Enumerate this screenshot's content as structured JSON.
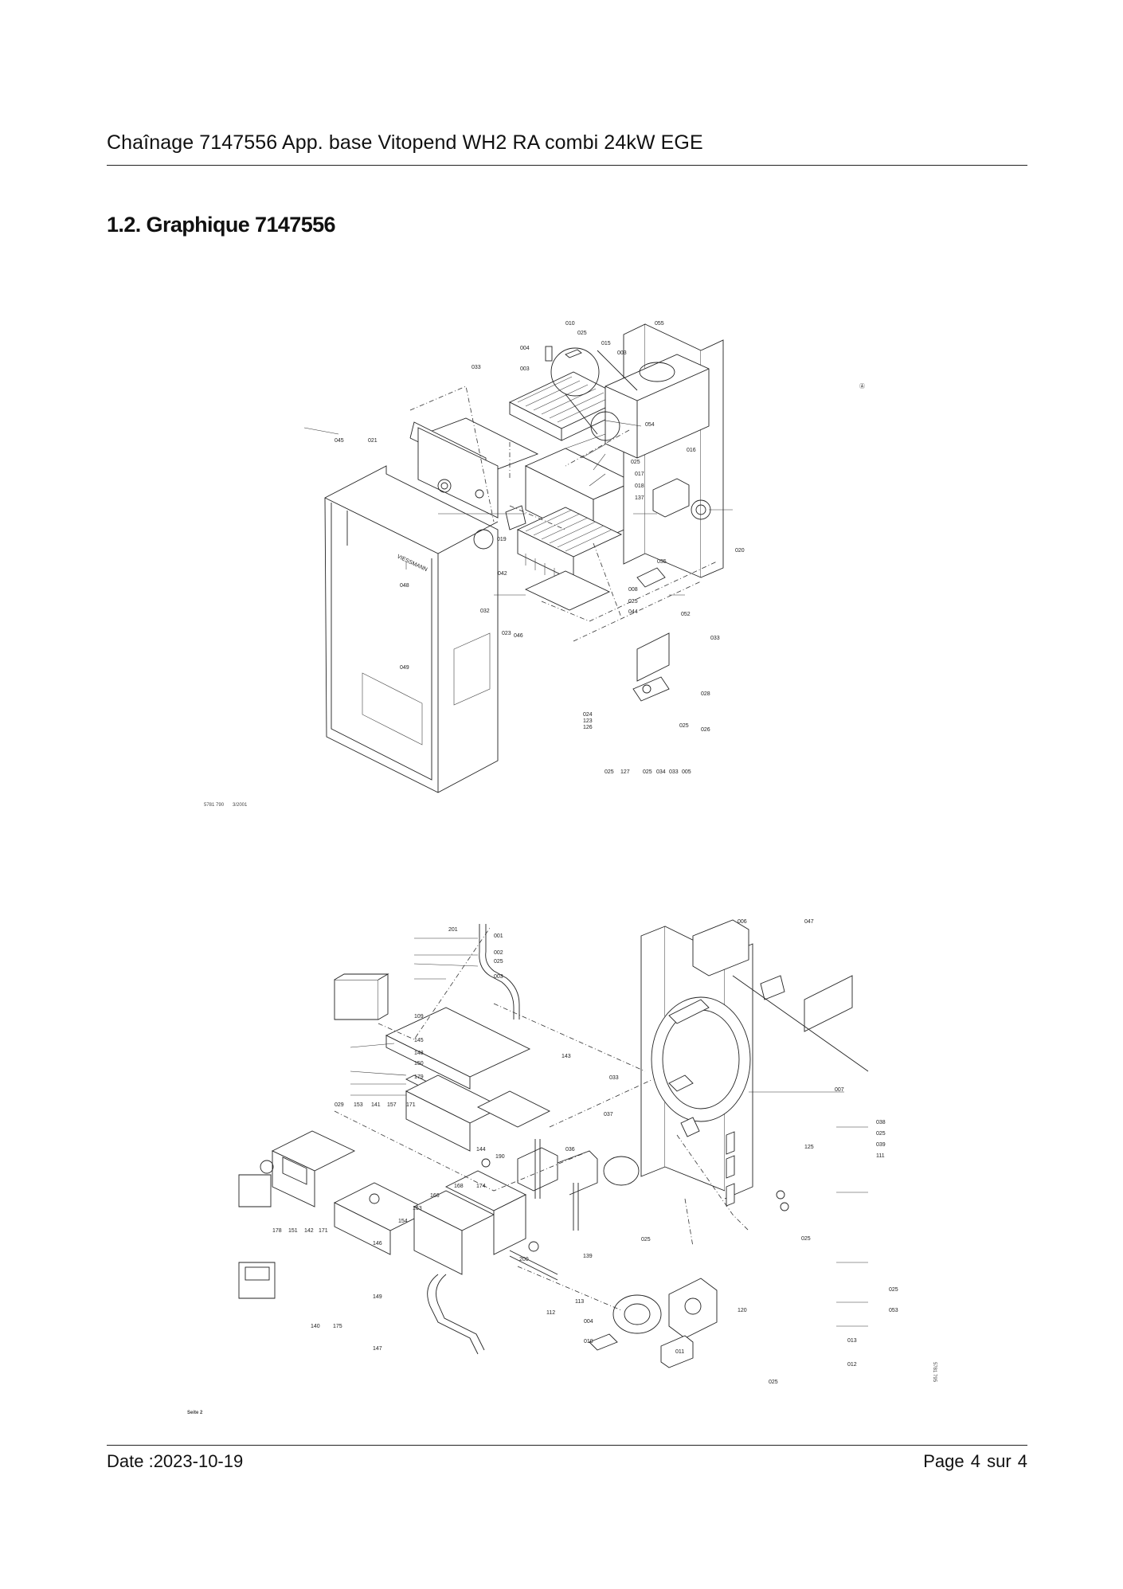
{
  "header": {
    "title": "Chaînage 7147556 App. base Vitopend WH2 RA combi 24kW EGE"
  },
  "section": {
    "title": "1.2. Graphique 7147556"
  },
  "diagram1": {
    "labels": [
      "010",
      "025",
      "055",
      "004",
      "015",
      "003",
      "003",
      "033",
      "054",
      "021",
      "045",
      "016",
      "025",
      "017",
      "018",
      "137",
      "019",
      "020",
      "035",
      "048",
      "042",
      "032",
      "008",
      "025",
      "044",
      "052",
      "033",
      "023",
      "046",
      "049",
      "028",
      "024",
      "123",
      "126",
      "025",
      "026",
      "025",
      "127",
      "025",
      "034",
      "033",
      "005"
    ],
    "code": "5781 790",
    "date": "3/2001"
  },
  "diagram2": {
    "labels": [
      "201",
      "001",
      "006",
      "047",
      "002",
      "025",
      "003",
      "109",
      "145",
      "033",
      "148",
      "143",
      "150",
      "179",
      "007",
      "029",
      "153",
      "141",
      "157",
      "171",
      "037",
      "038",
      "025",
      "036",
      "039",
      "125",
      "111",
      "144",
      "166",
      "190",
      "178",
      "151",
      "142",
      "171",
      "154",
      "163",
      "168",
      "174",
      "113",
      "025",
      "146",
      "200",
      "139",
      "025",
      "149",
      "112",
      "004",
      "120",
      "025",
      "053",
      "010",
      "140",
      "175",
      "147",
      "011",
      "013",
      "012",
      "025"
    ],
    "code": "5781 795",
    "page_note": "Seite 2"
  },
  "footer": {
    "date": "Date :2023-10-19",
    "page": "Page 4 sur  4"
  }
}
